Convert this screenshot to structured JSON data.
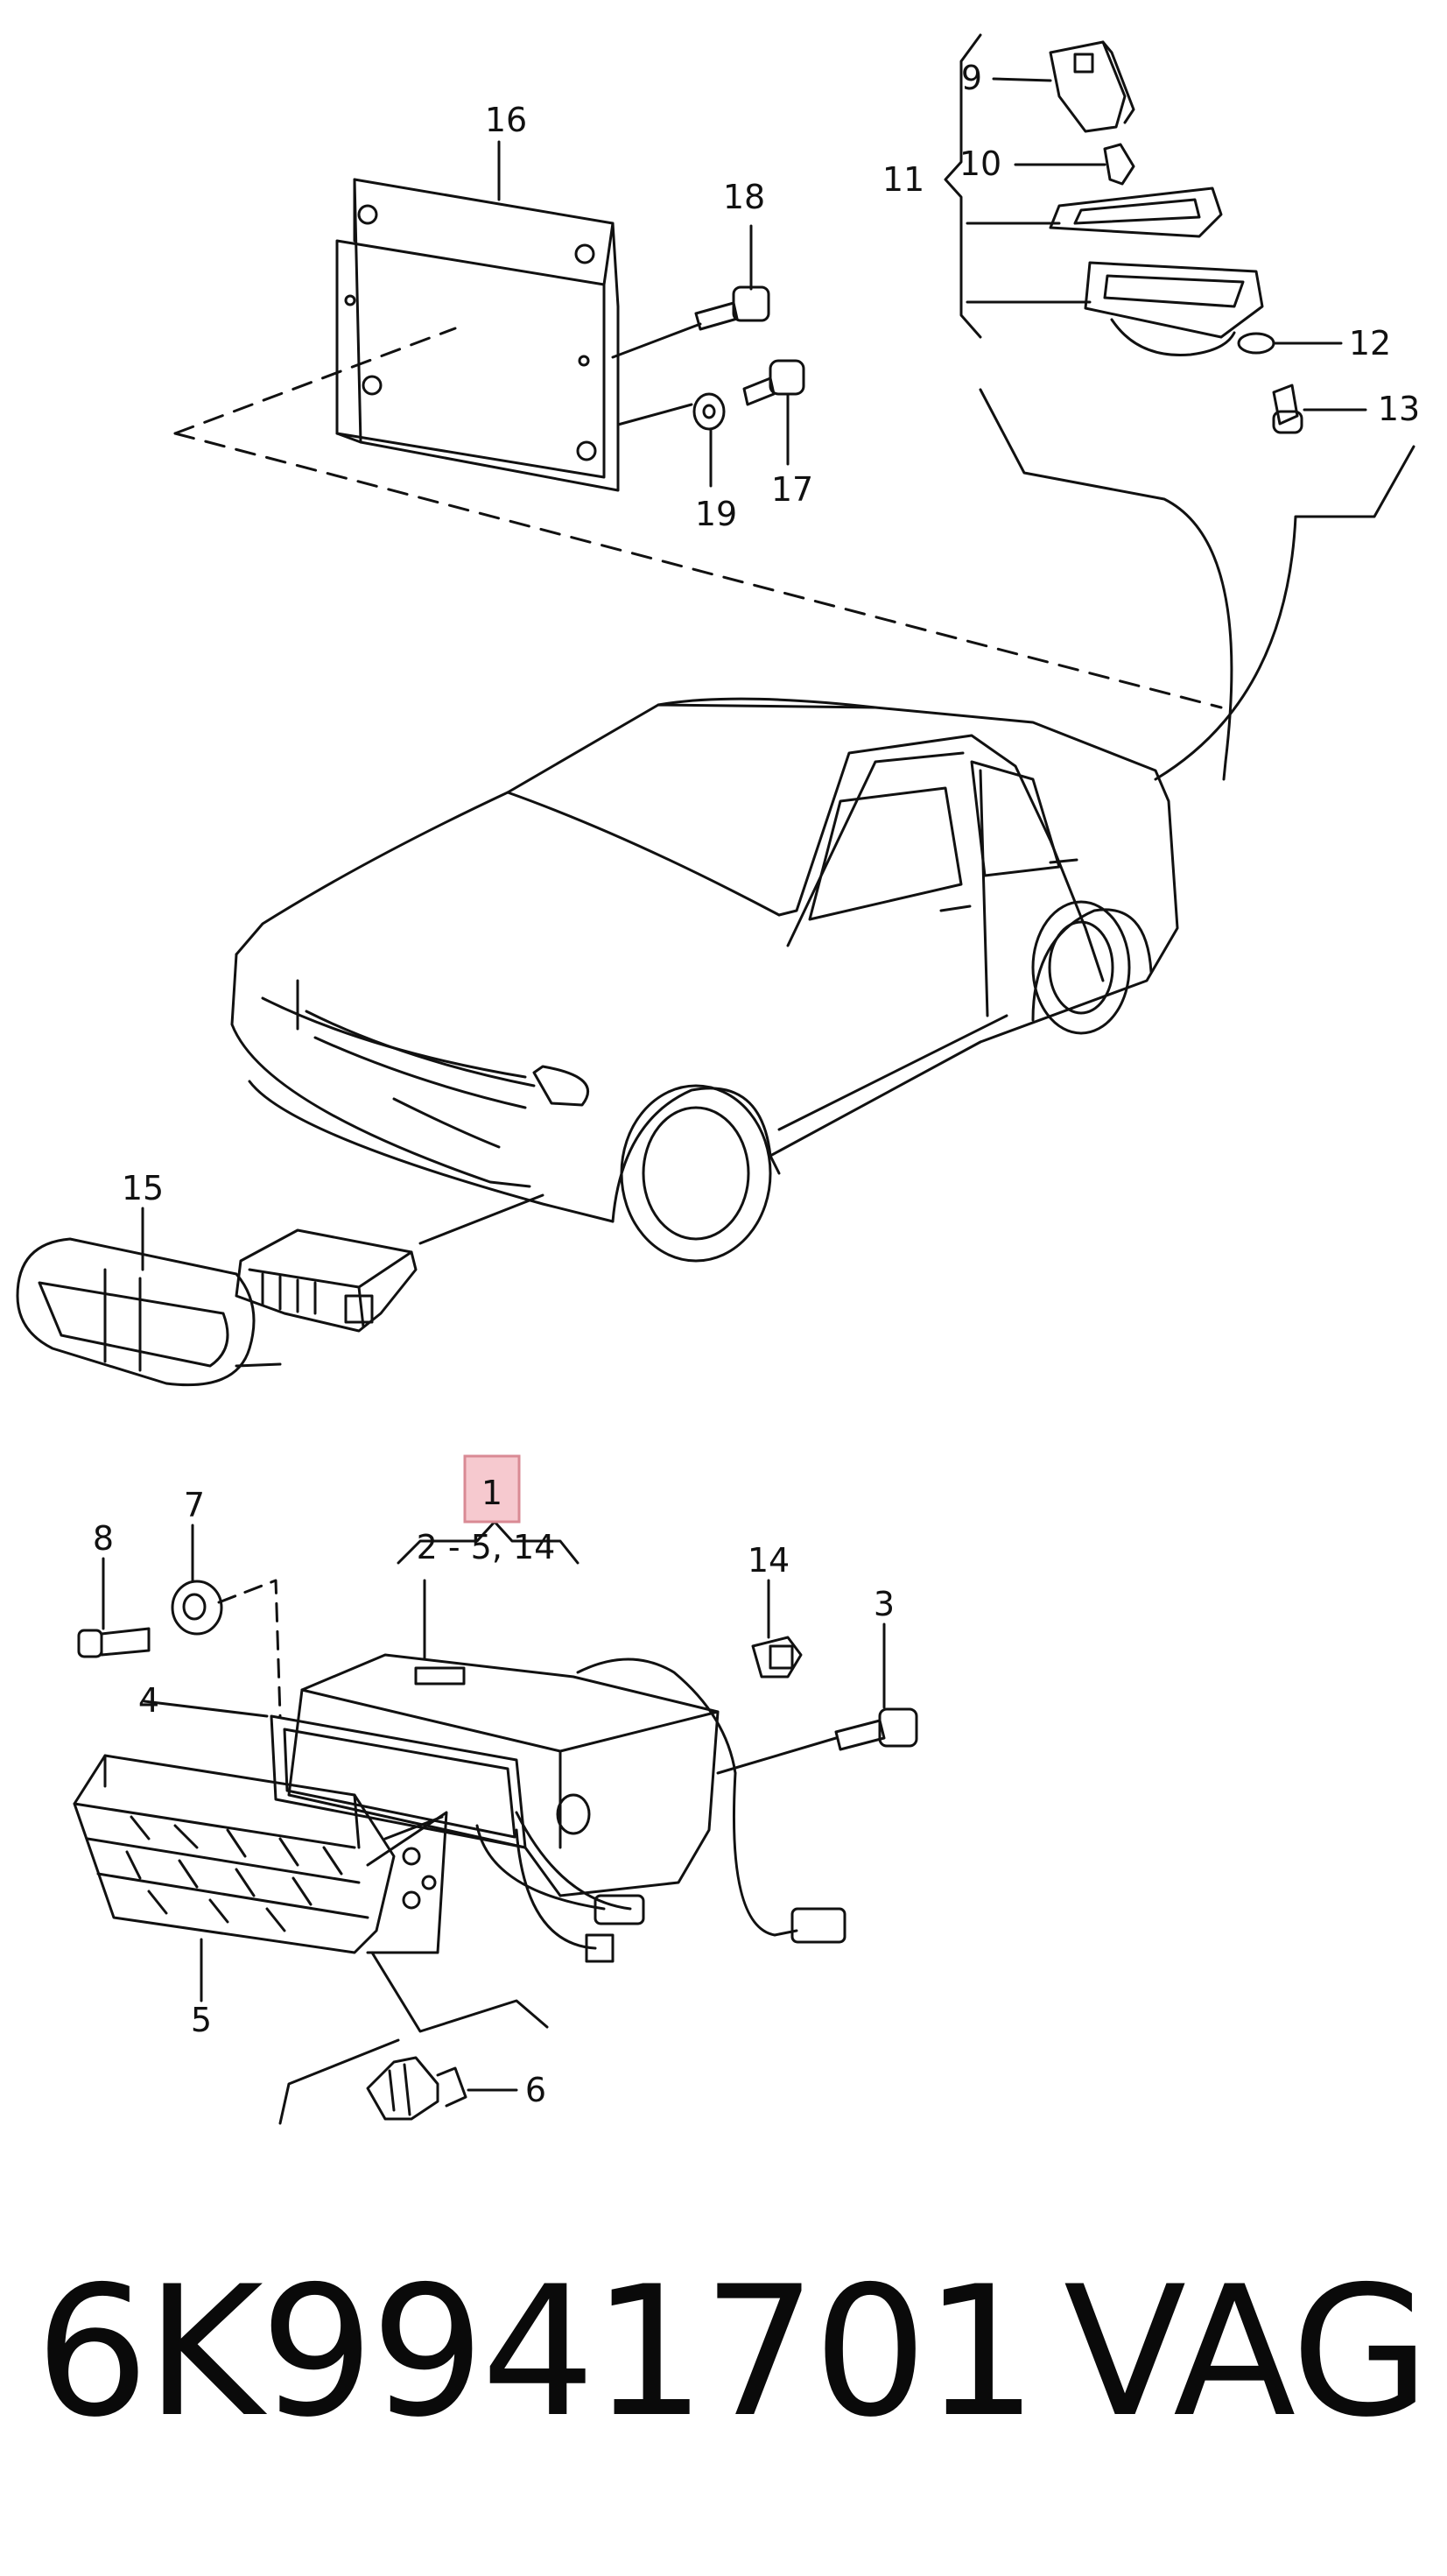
{
  "labels": {
    "l1": "1",
    "l1_range": "2 - 5, 14",
    "l3": "3",
    "l4": "4",
    "l5": "5",
    "l6": "6",
    "l7": "7",
    "l8": "8",
    "l9": "9",
    "l10": "10",
    "l11": "11",
    "l12": "12",
    "l13": "13",
    "l14": "14",
    "l15": "15",
    "l16": "16",
    "l17": "17",
    "l18": "18",
    "l19": "19"
  },
  "footer": {
    "part_number": "6K9941701",
    "brand": "VAG"
  },
  "colors": {
    "line": "#111111",
    "highlight_fill": "#f6c9cf",
    "highlight_stroke": "#d98a94"
  }
}
